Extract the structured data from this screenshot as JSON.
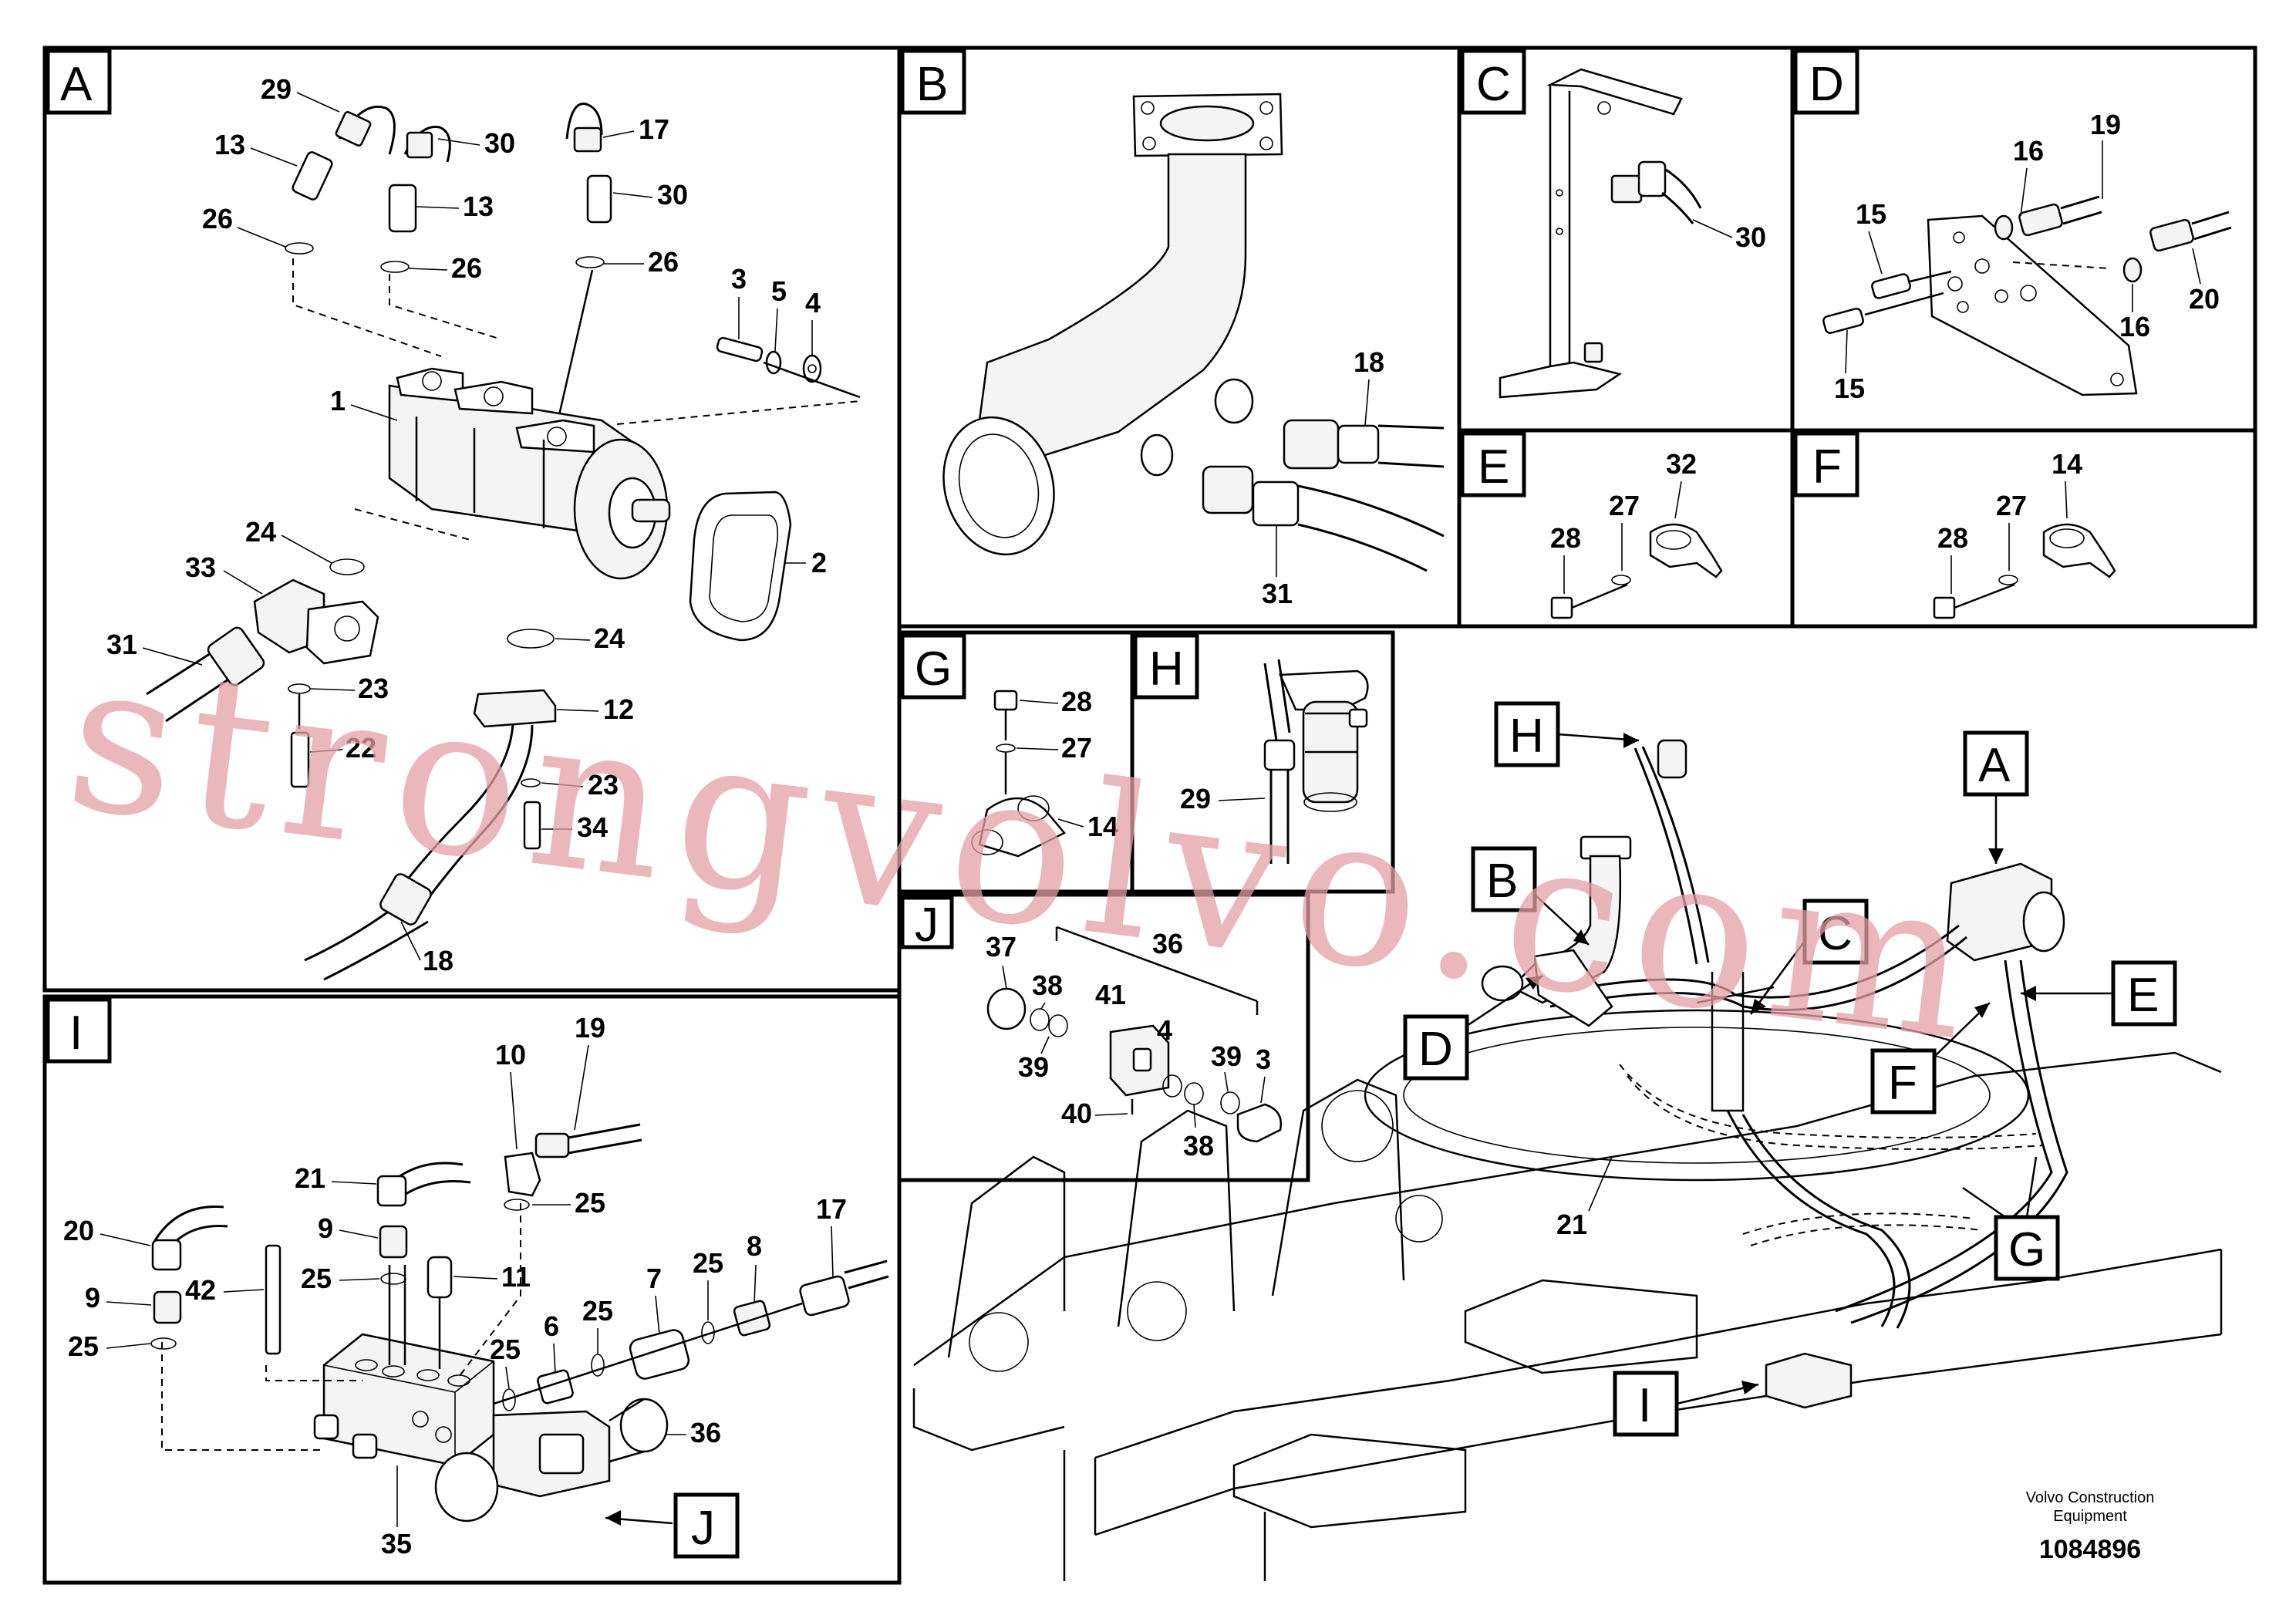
{
  "panels": [
    {
      "id": "A",
      "letter": "A"
    },
    {
      "id": "B",
      "letter": "B"
    },
    {
      "id": "C",
      "letter": "C"
    },
    {
      "id": "D",
      "letter": "D"
    },
    {
      "id": "E",
      "letter": "E"
    },
    {
      "id": "F",
      "letter": "F"
    },
    {
      "id": "G",
      "letter": "G"
    },
    {
      "id": "H",
      "letter": "H"
    },
    {
      "id": "J",
      "letter": "J"
    },
    {
      "id": "I",
      "letter": "I"
    }
  ],
  "callouts": {
    "A": [
      "29",
      "13",
      "30",
      "17",
      "13",
      "30",
      "26",
      "26",
      "26",
      "3",
      "5",
      "4",
      "1",
      "2",
      "24",
      "33",
      "31",
      "23",
      "22",
      "24",
      "12",
      "23",
      "34",
      "18"
    ],
    "B": [
      "18",
      "31"
    ],
    "C": [
      "30"
    ],
    "D": [
      "19",
      "16",
      "15",
      "16",
      "20",
      "15"
    ],
    "E": [
      "32",
      "27",
      "28"
    ],
    "F": [
      "14",
      "27",
      "28"
    ],
    "G": [
      "28",
      "27",
      "14"
    ],
    "H": [
      "29"
    ],
    "J": [
      "37",
      "36",
      "38",
      "41",
      "4",
      "39",
      "39",
      "3",
      "40",
      "38"
    ],
    "I": [
      "10",
      "19",
      "21",
      "25",
      "9",
      "25",
      "20",
      "11",
      "9",
      "42",
      "17",
      "25",
      "8",
      "25",
      "7",
      "25",
      "6",
      "25",
      "36",
      "35"
    ],
    "overview": [
      "21"
    ]
  },
  "overview_labels": [
    "H",
    "A",
    "B",
    "C",
    "E",
    "D",
    "F",
    "G",
    "I"
  ],
  "footer": {
    "brand_line1": "Volvo Construction",
    "brand_line2": "Equipment",
    "doc_number": "1084896"
  },
  "watermark": "strongvolvo.com"
}
